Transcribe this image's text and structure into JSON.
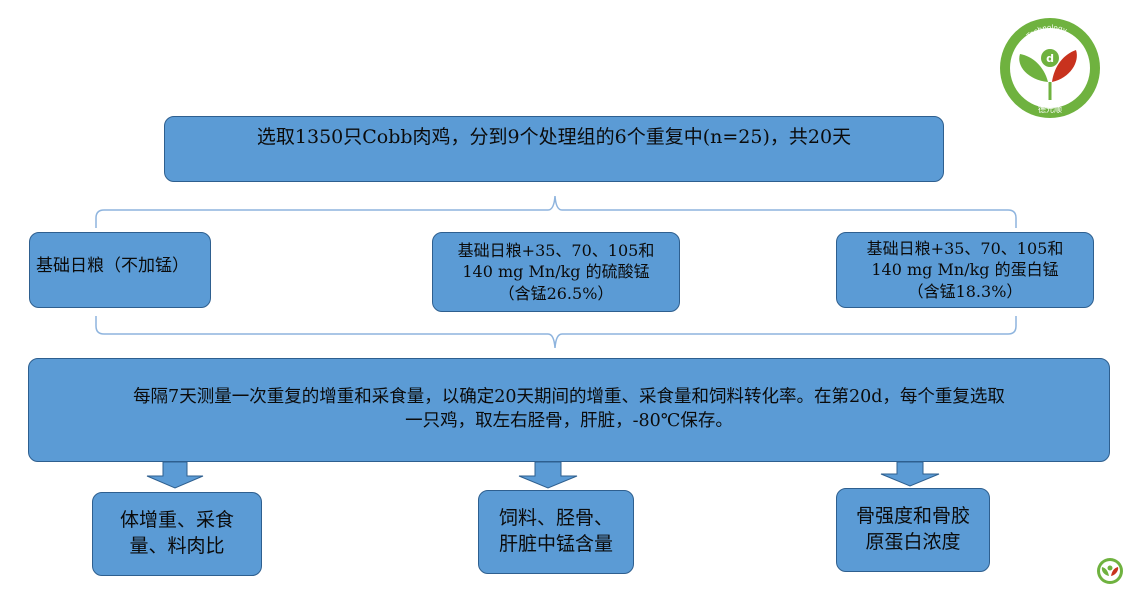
{
  "colors": {
    "box_fill": "#5b9bd5",
    "box_border": "#2e5f8f",
    "connector": "#8eb4de",
    "logo_green": "#6fb23f",
    "logo_red": "#c8321e"
  },
  "logo": {
    "ring_text": "Bio-Technology",
    "cn_text": "德元顺"
  },
  "top": {
    "text": "选取1350只Cobb肉鸡，分到9个处理组的6个重复中(n=25)，共20天"
  },
  "groups": [
    {
      "text": "基础日粮（不加锰）"
    },
    {
      "line1": "基础日粮+35、70、105和",
      "line2": "140 mg Mn/kg 的硫酸锰",
      "line3": "（含锰26.5%）"
    },
    {
      "line1": "基础日粮+35、70、105和",
      "line2": "140 mg Mn/kg 的蛋白锰",
      "line3": "（含锰18.3%）"
    }
  ],
  "procedure": {
    "line1": "每隔7天测量一次重复的增重和采食量，以确定20天期间的增重、采食量和饲料转化率。在第20d，每个重复选取",
    "line2": "一只鸡，取左右胫骨，肝脏，-80℃保存。"
  },
  "outcomes": [
    {
      "line1": "体增重、采食",
      "line2": "量、料肉比"
    },
    {
      "line1": "饲料、胫骨、",
      "line2": "肝脏中锰含量"
    },
    {
      "line1": "骨强度和骨胶",
      "line2": "原蛋白浓度"
    }
  ]
}
